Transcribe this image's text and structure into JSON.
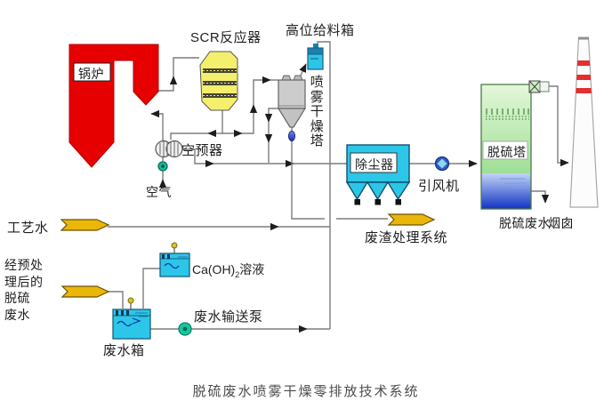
{
  "title": "脱硫废水喷雾干燥零排放技术系统",
  "equipment": {
    "boiler": {
      "label": "锅炉"
    },
    "scr": {
      "label": "SCR反应器"
    },
    "air_preheater": {
      "label": "空预器"
    },
    "air": {
      "label": "空气"
    },
    "feed_tank": {
      "label": "高位给料箱"
    },
    "spray_dryer": {
      "label": "喷雾干燥塔"
    },
    "dust_collector": {
      "label": "除尘器"
    },
    "id_fan": {
      "label": "引风机"
    },
    "fgd_tower": {
      "label": "脱硫塔"
    },
    "fgd_wastewater": {
      "label": "脱硫废水"
    },
    "chimney": {
      "label": "烟囱"
    },
    "residue_system": {
      "label": "废渣处理系统"
    },
    "process_water": {
      "label": "工艺水"
    },
    "pretreated_wastewater": {
      "lines": [
        "经预处",
        "理后的",
        "脱硫",
        "废水"
      ]
    },
    "ca_solution": {
      "prefix": "Ca(OH)",
      "subscript": "2",
      "suffix": "溶液"
    },
    "wastewater_pump": {
      "label": "废水输送泵"
    },
    "wastewater_tank": {
      "label": "废水箱"
    }
  },
  "colors": {
    "boiler_red": "#e60000",
    "scr_yellow": "#f5ef6e",
    "equipment_cyan": "#2cc6e8",
    "tower_green_top": "#d9f3cf",
    "tower_green_bottom": "#a8e29c",
    "tower_water_blue": "#1536cc",
    "chimney_band_red": "#e23030",
    "flow_arrow_yellow": "#e9b70a",
    "pump_green": "#17c79f",
    "fan_blue": "#2b5fc0",
    "pipe_gray": "#7d7d7d"
  }
}
